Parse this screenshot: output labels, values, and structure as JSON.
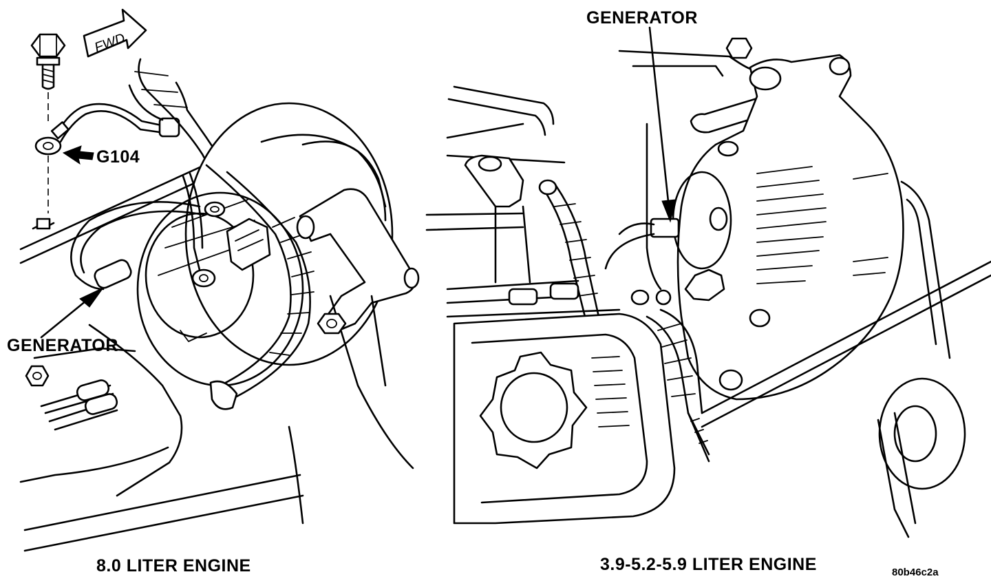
{
  "left_panel": {
    "caption": "8.0 LITER ENGINE",
    "callouts": {
      "ground": "G104",
      "generator": "GENERATOR",
      "fwd": "FWD"
    }
  },
  "right_panel": {
    "caption": "3.9-5.2-5.9 LITER ENGINE",
    "callouts": {
      "generator": "GENERATOR"
    }
  },
  "figure_ref": "80b46c2a",
  "icons": [
    "fwd-arrow-icon",
    "bolt-icon",
    "nut-icon",
    "callout-arrow-icon"
  ]
}
